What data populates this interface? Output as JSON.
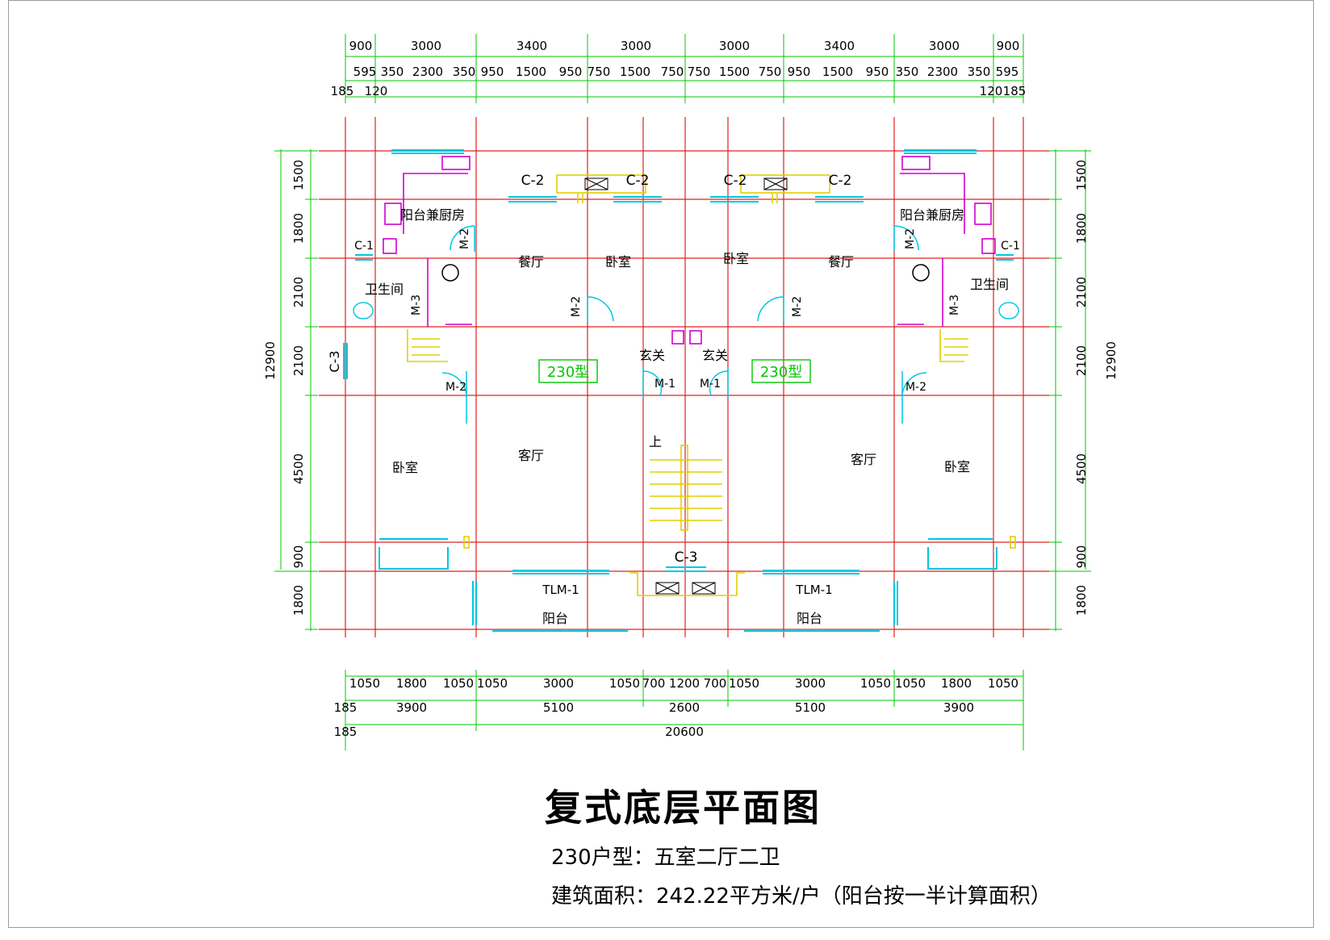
{
  "drawing": {
    "title": "复式底层平面图",
    "subtitle": "230户型：五室二厅二卫",
    "area_note": "建筑面积：242.22平方米/户（阳台按一半计算面积）"
  },
  "dimensions": {
    "top_row1": [
      "900",
      "3000",
      "3400",
      "3000",
      "3000",
      "3400",
      "3000",
      "900"
    ],
    "top_row2": [
      "595",
      "350",
      "2300",
      "350",
      "950",
      "1500",
      "950",
      "750",
      "1500",
      "750",
      "750",
      "1500",
      "750",
      "950",
      "1500",
      "950",
      "350",
      "2300",
      "350",
      "595"
    ],
    "top_row3": [
      "185",
      "120",
      "120",
      "185"
    ],
    "bottom_row1": [
      "1050",
      "1800",
      "1050",
      "1050",
      "3000",
      "1050",
      "700",
      "1200",
      "700",
      "1050",
      "3000",
      "1050",
      "1050",
      "1800",
      "1050"
    ],
    "bottom_row2": [
      "185",
      "3900",
      "5100",
      "2600",
      "5100",
      "3900"
    ],
    "bottom_row3": [
      "185",
      "20600"
    ],
    "left_segments": [
      "1500",
      "1800",
      "2100",
      "2100",
      "4500",
      "900",
      "1800"
    ],
    "left_total": "12900",
    "right_segments": [
      "1500",
      "1800",
      "2100",
      "2100",
      "4500",
      "900",
      "1800"
    ],
    "right_total": "12900"
  },
  "rooms": {
    "balcony_kitchen_l": "阳台兼厨房",
    "balcony_kitchen_r": "阳台兼厨房",
    "toilet_l": "卫生间",
    "toilet_r": "卫生间",
    "dining_l": "餐厅",
    "dining_r": "餐厅",
    "bedroom_ul": "卧室",
    "bedroom_ur": "卧室",
    "bedroom_ll": "卧室",
    "bedroom_lr": "卧室",
    "living_l": "客厅",
    "living_r": "客厅",
    "foyer_l": "玄关",
    "foyer_r": "玄关",
    "balcony_l": "阳台",
    "balcony_r": "阳台",
    "type_tag_l": "230型",
    "type_tag_r": "230型",
    "stair_up": "上"
  },
  "openings": {
    "c2": "C-2",
    "c1": "C-1",
    "c3": "C-3",
    "m1": "M-1",
    "m2": "M-2",
    "m3": "M-3",
    "tlm1": "TLM-1"
  },
  "colors": {
    "axis": "#e02020",
    "dim": "#00c800",
    "wall_cyan": "#00c8e0",
    "yellow": "#e0d000",
    "magenta": "#d000d0",
    "text": "#000000"
  }
}
